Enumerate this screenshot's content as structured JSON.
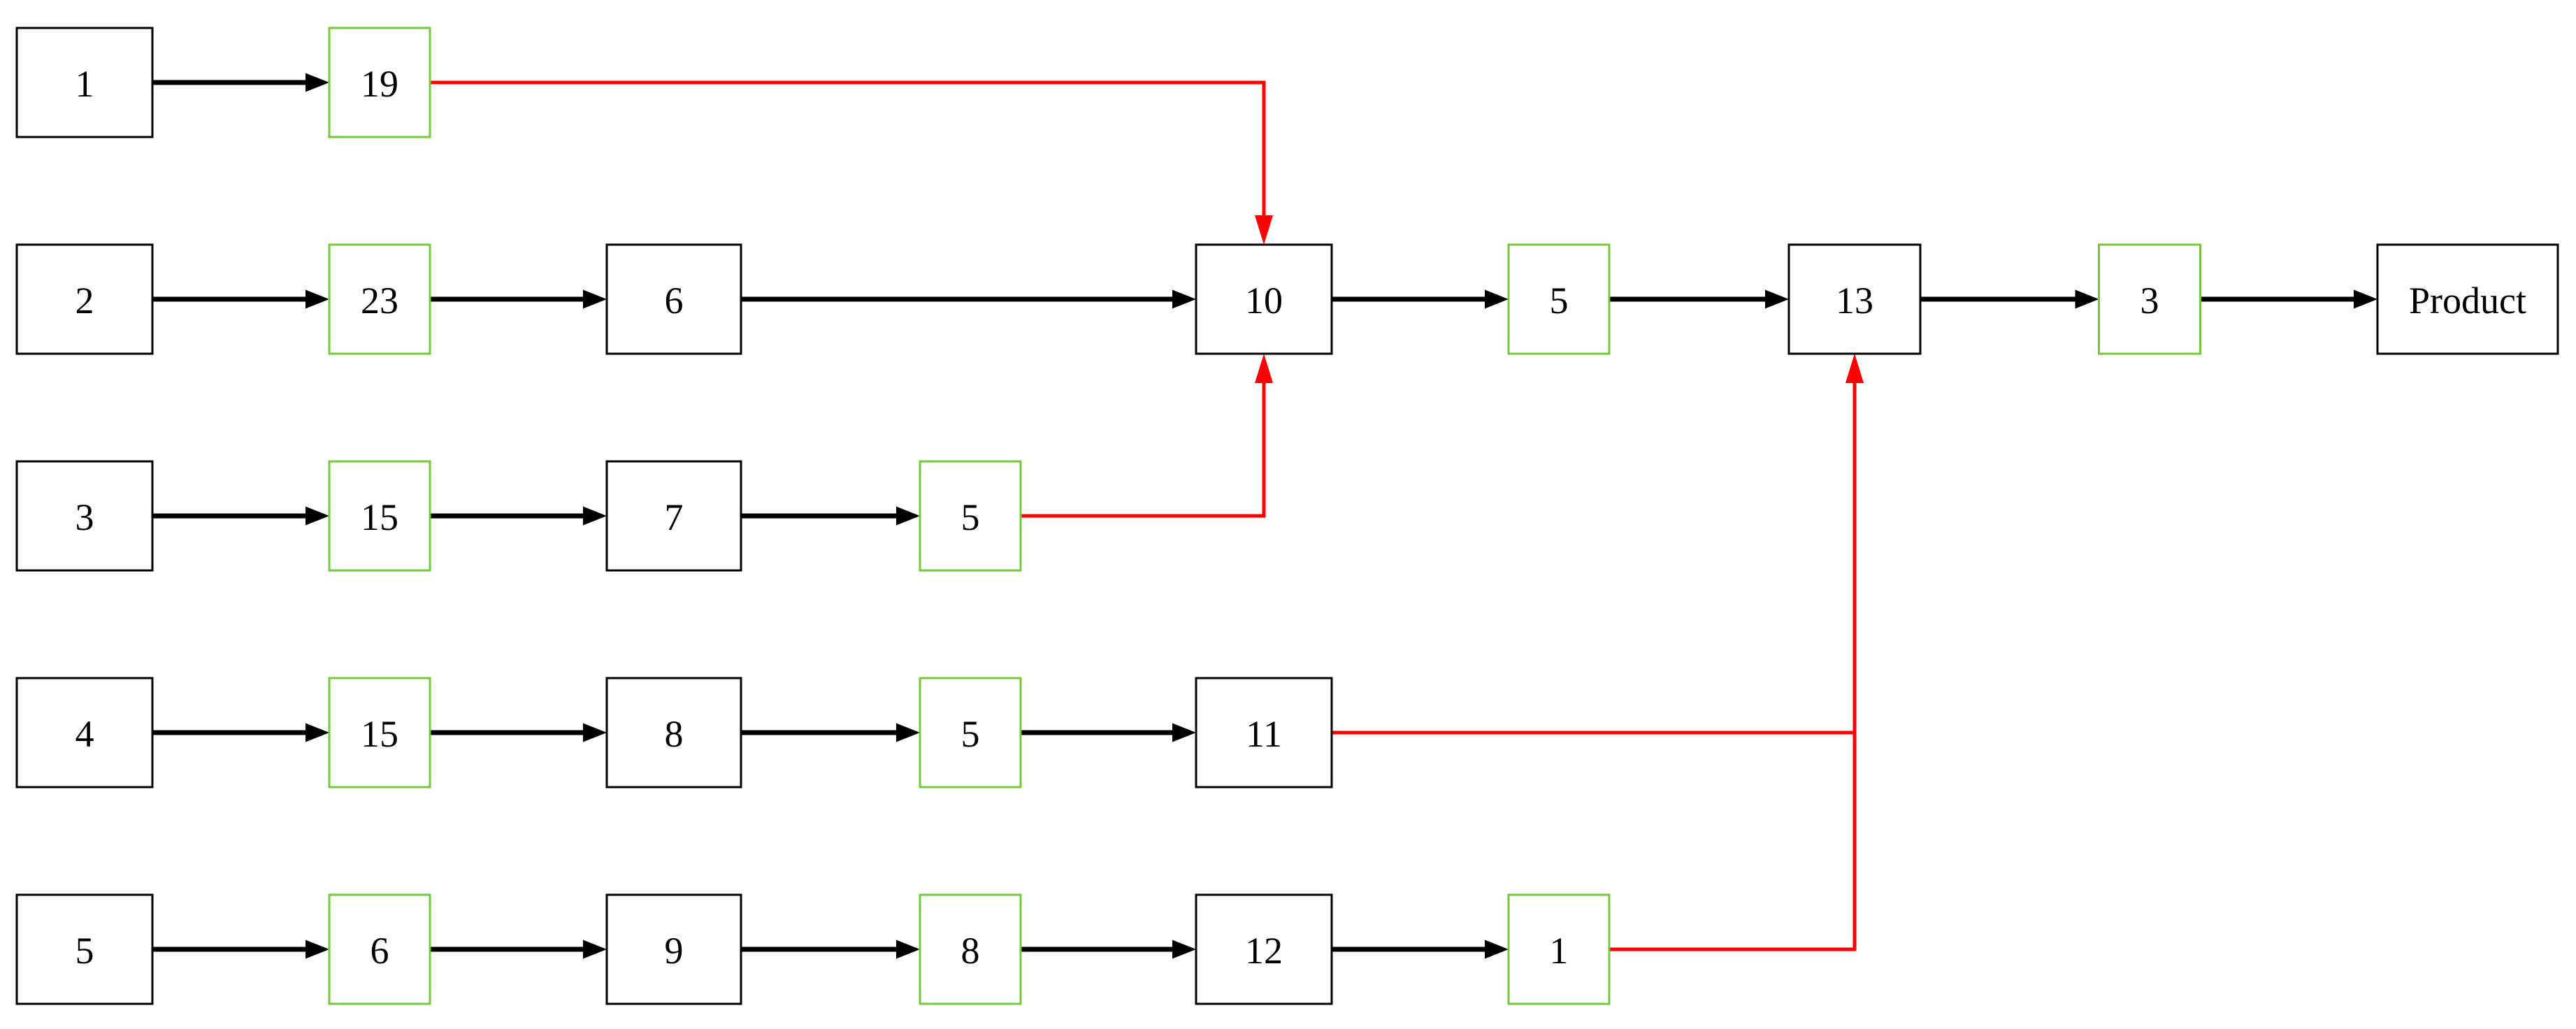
{
  "diagram": {
    "background_color": "#ffffff",
    "node_fill": "#ffffff",
    "normal_border_color": "#000000",
    "highlight_border_color": "#72C93C",
    "flow_arrow_color": "#000000",
    "critical_arrow_color": "#FF0000",
    "rows": [
      {
        "nodes": [
          {
            "label": "1",
            "style": "normal",
            "col": 0
          },
          {
            "label": "19",
            "style": "highlight",
            "col": 1
          }
        ]
      },
      {
        "nodes": [
          {
            "label": "2",
            "style": "normal",
            "col": 0
          },
          {
            "label": "23",
            "style": "highlight",
            "col": 1
          },
          {
            "label": "6",
            "style": "normal",
            "col": 2
          },
          {
            "label": "10",
            "style": "normal",
            "col": 4
          },
          {
            "label": "5",
            "style": "highlight",
            "col": 5
          },
          {
            "label": "13",
            "style": "normal",
            "col": 6
          },
          {
            "label": "3",
            "style": "highlight",
            "col": 7
          },
          {
            "label": "Product",
            "style": "normal",
            "col": 8
          }
        ]
      },
      {
        "nodes": [
          {
            "label": "3",
            "style": "normal",
            "col": 0
          },
          {
            "label": "15",
            "style": "highlight",
            "col": 1
          },
          {
            "label": "7",
            "style": "normal",
            "col": 2
          },
          {
            "label": "5",
            "style": "highlight",
            "col": 3
          }
        ]
      },
      {
        "nodes": [
          {
            "label": "4",
            "style": "normal",
            "col": 0
          },
          {
            "label": "15",
            "style": "highlight",
            "col": 1
          },
          {
            "label": "8",
            "style": "normal",
            "col": 2
          },
          {
            "label": "5",
            "style": "highlight",
            "col": 3
          },
          {
            "label": "11",
            "style": "normal",
            "col": 4
          }
        ]
      },
      {
        "nodes": [
          {
            "label": "5",
            "style": "normal",
            "col": 0
          },
          {
            "label": "6",
            "style": "highlight",
            "col": 1
          },
          {
            "label": "9",
            "style": "normal",
            "col": 2
          },
          {
            "label": "8",
            "style": "highlight",
            "col": 3
          },
          {
            "label": "12",
            "style": "normal",
            "col": 4
          },
          {
            "label": "1",
            "style": "highlight",
            "col": 5
          }
        ]
      }
    ],
    "critical_edges": [
      {
        "from_label": "19",
        "from_row": 0,
        "from_col": 1,
        "to_label": "10",
        "to_row": 1,
        "to_col": 4
      },
      {
        "from_label": "5",
        "from_row": 2,
        "from_col": 3,
        "to_label": "10",
        "to_row": 1,
        "to_col": 4
      },
      {
        "from_label": "11",
        "from_row": 3,
        "from_col": 4,
        "to_label": "13",
        "to_row": 1,
        "to_col": 6
      },
      {
        "from_label": "1",
        "from_row": 4,
        "from_col": 5,
        "to_label": "13",
        "to_row": 1,
        "to_col": 6
      }
    ]
  }
}
